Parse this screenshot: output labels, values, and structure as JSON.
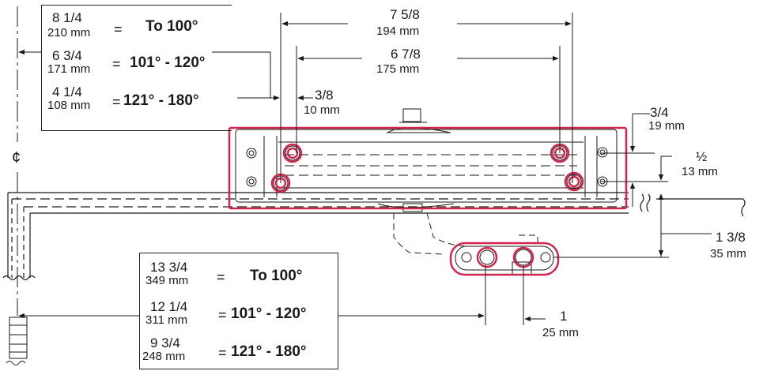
{
  "colors": {
    "line": "#1a1a1a",
    "accent": "#d0264e",
    "bg": "#ffffff"
  },
  "centerline": "¢",
  "top_table": {
    "rows": [
      {
        "frac": "8 1/4",
        "mm": "210 mm",
        "eq": "=",
        "angle": "To 100°"
      },
      {
        "frac": "6 3/4",
        "mm": "171 mm",
        "eq": "=",
        "angle": "101° - 120°"
      },
      {
        "frac": "4 1/4",
        "mm": "108 mm",
        "eq": "=",
        "angle": "121° - 180°"
      }
    ]
  },
  "bottom_table": {
    "rows": [
      {
        "frac": "13 3/4",
        "mm": "349 mm",
        "eq": "=",
        "angle": "To 100°"
      },
      {
        "frac": "12 1/4",
        "mm": "311 mm",
        "eq": "=",
        "angle": "101° - 120°"
      },
      {
        "frac": "9 3/4",
        "mm": "248 mm",
        "eq": "=",
        "angle": "121° - 180°"
      }
    ]
  },
  "dimensions": {
    "d_7_5_8": {
      "frac": "7 5/8",
      "mm": "194 mm"
    },
    "d_6_7_8": {
      "frac": "6 7/8",
      "mm": "175 mm"
    },
    "d_3_8": {
      "frac": "3/8",
      "mm": "10 mm"
    },
    "d_3_4": {
      "frac": "3/4",
      "mm": "19 mm"
    },
    "d_1_2": {
      "frac": "½",
      "mm": "13 mm"
    },
    "d_1_3_8": {
      "frac": "1 3/8",
      "mm": "35 mm"
    },
    "d_1": {
      "frac": "1",
      "mm": "25 mm"
    }
  }
}
